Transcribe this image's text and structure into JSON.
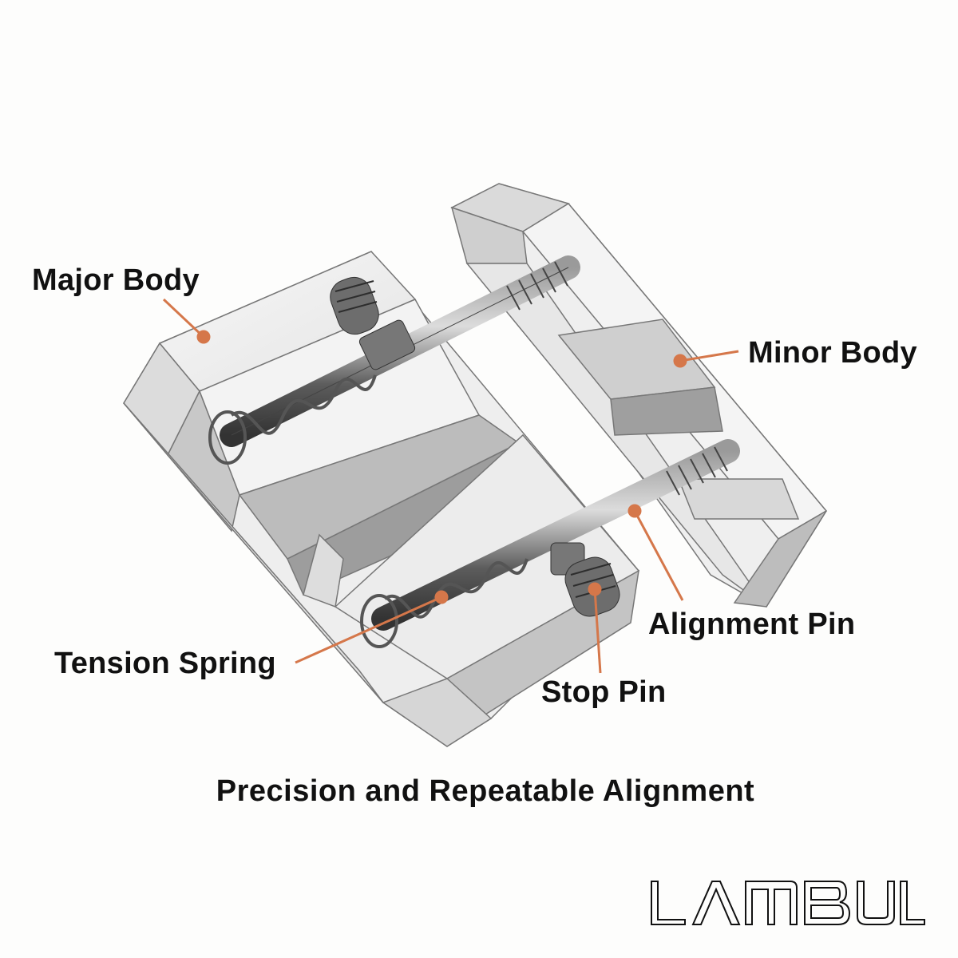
{
  "labels": {
    "major_body": "Major Body",
    "minor_body": "Minor Body",
    "alignment_pin": "Alignment Pin",
    "tension_spring": "Tension Spring",
    "stop_pin": "Stop Pin"
  },
  "caption": "Precision and Repeatable Alignment",
  "logo": "LAMBUL",
  "colors": {
    "callout": "#d5774a",
    "body_face": "#f2f2f2",
    "body_shade": "#c9c9c9",
    "metal": "#6b6b6b"
  }
}
